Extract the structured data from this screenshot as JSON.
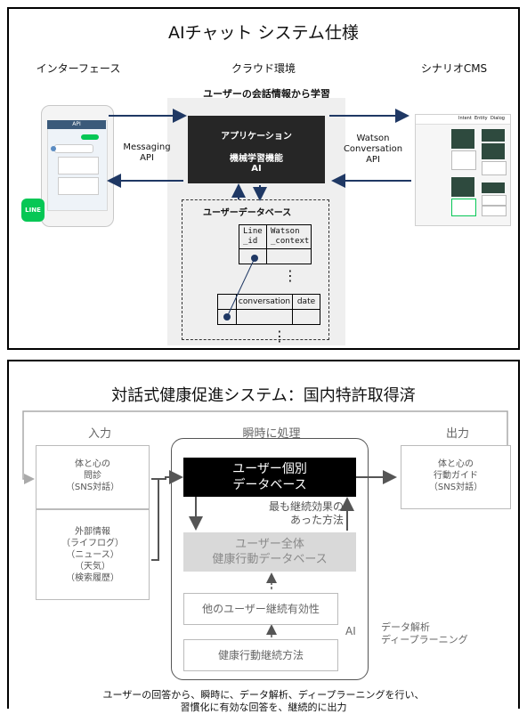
{
  "top": {
    "title": "AIチャット システム仕様",
    "col_interface": "インターフェース",
    "col_cloud": "クラウド環境",
    "col_cms": "シナリオCMS",
    "learn_label": "ユーザーの会話情報から学習",
    "messaging_api": [
      "Messaging",
      "API"
    ],
    "watson_api": [
      "Watson",
      "Conversation",
      "API"
    ],
    "app_box": [
      "アプリケーション",
      "機械学習機能",
      "AI"
    ],
    "userdb_label": "ユーザーデータベース",
    "table1_headers": [
      "Line\n_id",
      "Watson\n_context"
    ],
    "table2_headers": [
      "conversation",
      "date"
    ],
    "line_badge": "LINE",
    "phone_header": "API",
    "ellipsis": "⋮",
    "cms_nav": [
      "Intent",
      "Entity",
      "Dialog"
    ]
  },
  "bottom": {
    "title": "対話式健康促進システム：国内特許取得済",
    "input_label": "入力",
    "process_label": "瞬時に処理",
    "output_label": "出力",
    "input_box1": [
      "体と心の",
      "問診",
      "（SNS対話）"
    ],
    "input_box2": [
      "外部情報",
      "（ライフログ）",
      "（ニュース）",
      "（天気）",
      "（検索履歴）"
    ],
    "individual_db": [
      "ユーザー個別",
      "データベース"
    ],
    "best_method": [
      "最も継続効果の",
      "あった方法"
    ],
    "all_db": [
      "ユーザー全体",
      "健康行動データベース"
    ],
    "others": "他のユーザー継続有効性",
    "methods": "健康行動継続方法",
    "ai": "AI",
    "analysis": [
      "データ解析",
      "ディープラーニング"
    ],
    "output_box": [
      "体と心の",
      "行動ガイド",
      "（SNS対話）"
    ],
    "footer": [
      "ユーザーの回答から、瞬時に、データ解析、ディープラーニングを行い、",
      "習慣化に有効な回答を、継続的に出力"
    ]
  },
  "colors": {
    "app_box": "#262626",
    "line_green": "#06c755",
    "gray_box": "#d9d9d9",
    "arrow": "#1f3864",
    "cms_dark": "#2e4a3e"
  }
}
